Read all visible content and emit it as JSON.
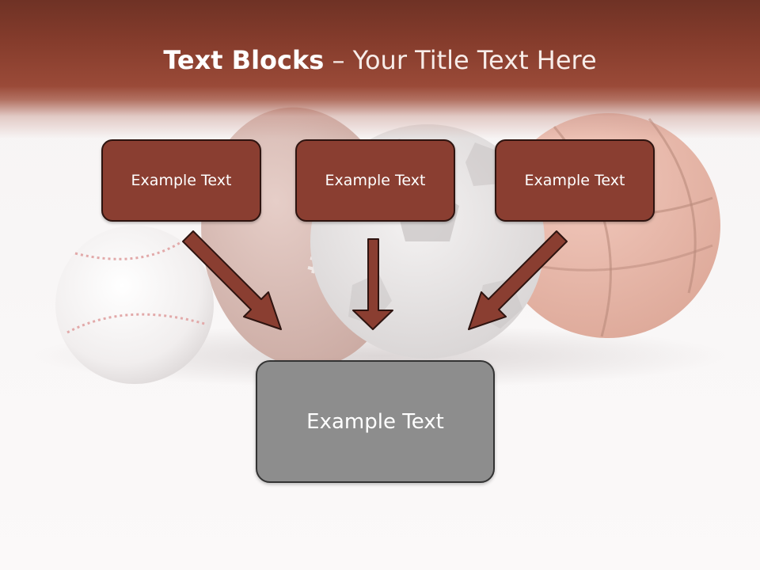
{
  "slide": {
    "title_bold": "Text Blocks",
    "title_separator": " – ",
    "title_rest": "Your Title Text Here"
  },
  "blocks": {
    "top": [
      {
        "label": "Example Text"
      },
      {
        "label": "Example Text"
      },
      {
        "label": "Example Text"
      }
    ],
    "bottom": {
      "label": "Example Text"
    }
  },
  "colors": {
    "header": "#853c2c",
    "box_fill": "#8a3e31",
    "arrow_fill": "#8a3e31",
    "bottom_box_fill": "#8d8d8d"
  },
  "background": {
    "image": "sports-balls",
    "items": [
      "baseball",
      "american-football",
      "soccer-ball",
      "basketball"
    ]
  }
}
